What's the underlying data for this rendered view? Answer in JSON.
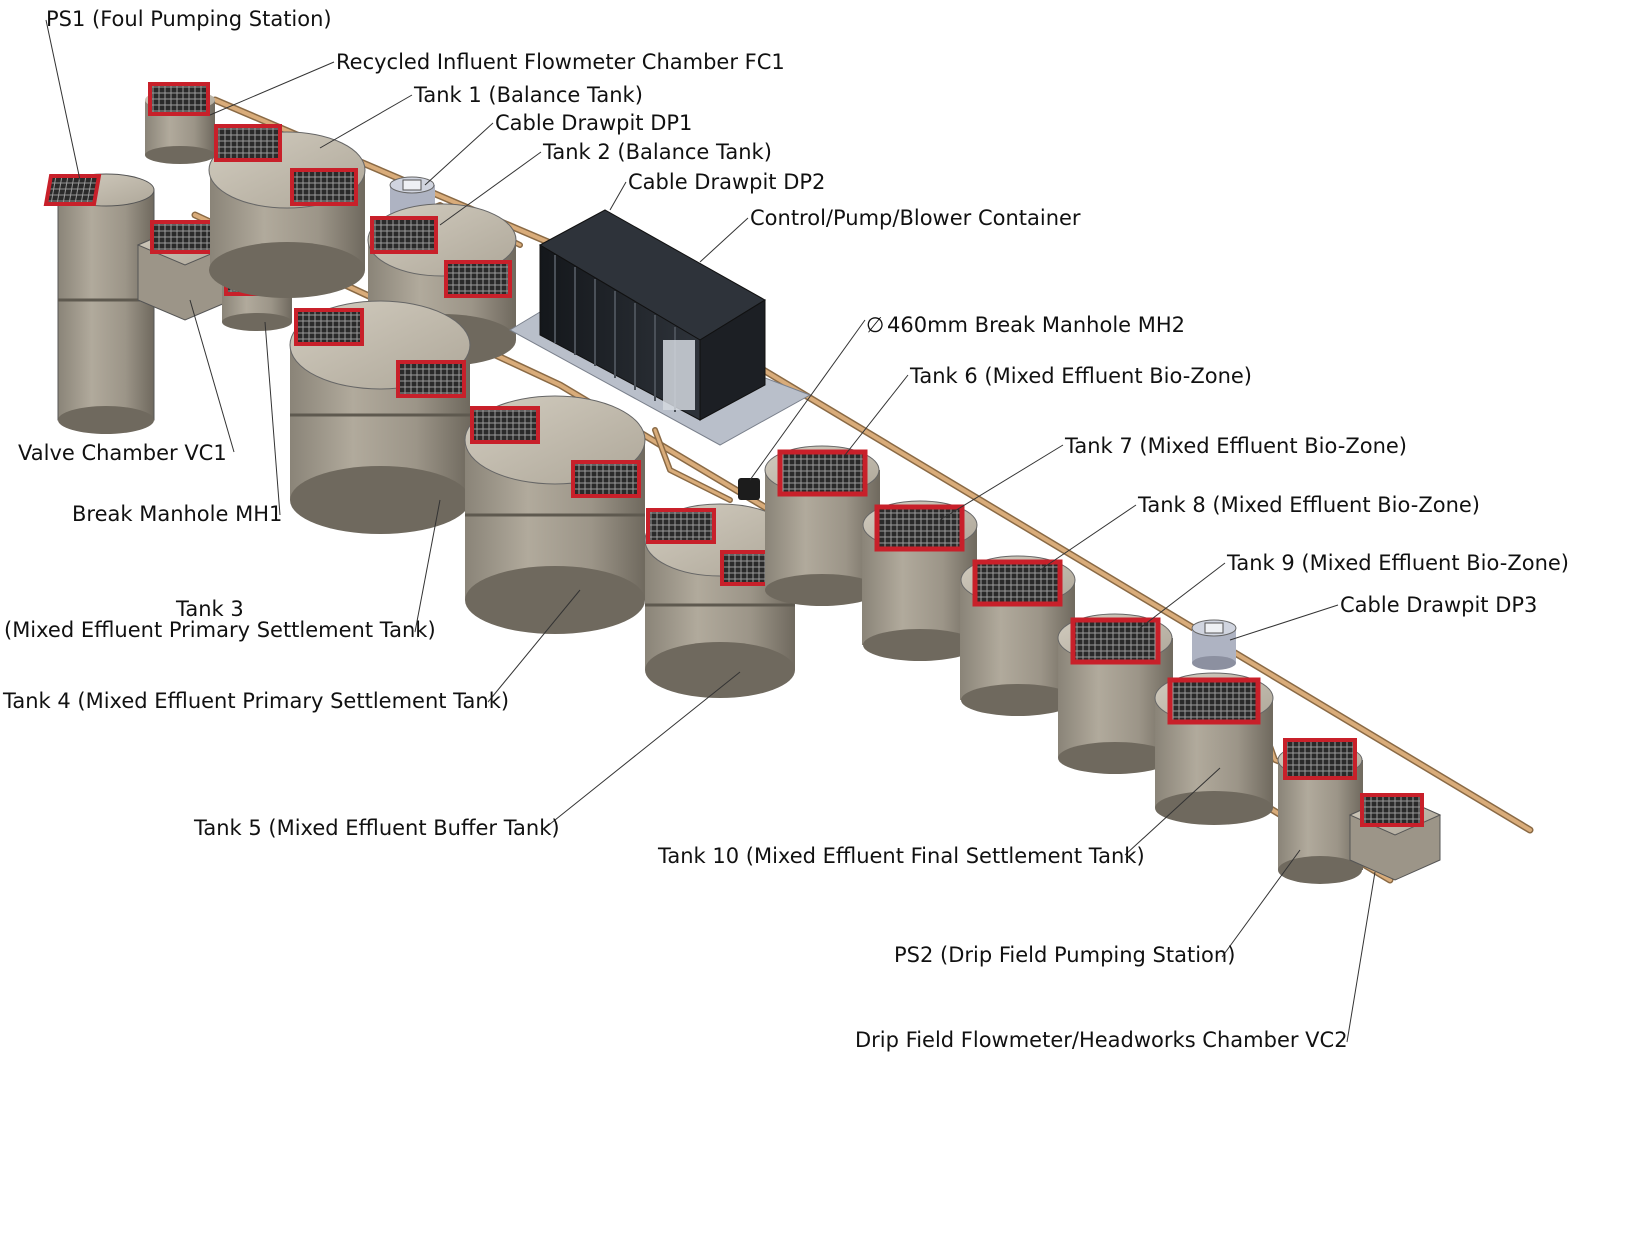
{
  "labels": {
    "ps1": "PS1 (Foul Pumping Station)",
    "fc1": "Recycled Influent Flowmeter Chamber FC1",
    "tank1": "Tank 1 (Balance Tank)",
    "dp1": "Cable Drawpit DP1",
    "tank2": "Tank 2 (Balance Tank)",
    "dp2": "Cable Drawpit DP2",
    "container": "Control/Pump/Blower Container",
    "mh2": "460mm Break Manhole MH2",
    "tank6": "Tank 6 (Mixed Effluent Bio-Zone)",
    "tank7": "Tank 7 (Mixed Effluent Bio-Zone)",
    "tank8": "Tank 8 (Mixed Effluent Bio-Zone)",
    "tank9": "Tank 9 (Mixed Effluent Bio-Zone)",
    "dp3": "Cable Drawpit DP3",
    "vc1": "Valve Chamber VC1",
    "mh1": "Break Manhole MH1",
    "tank3_line1": "Tank 3",
    "tank3_line2": "(Mixed Effluent Primary Settlement Tank)",
    "tank4": "Tank 4 (Mixed Effluent Primary Settlement Tank)",
    "tank5": "Tank 5 (Mixed Effluent Buffer Tank)",
    "tank10": "Tank 10 (Mixed Effluent Final Settlement Tank)",
    "ps2": "PS2 (Drip Field Pumping Station)",
    "vc2": "Drip Field Flowmeter/Headworks Chamber VC2"
  },
  "colors": {
    "concrete": "#a59e90",
    "concrete_dark": "#7e786c",
    "concrete_top": "#c4bdb0",
    "hatch_red": "#c8202a",
    "grate": "#2a2a2a",
    "pipe": "#c89a6a",
    "container": "#1c1f24",
    "platform": "#b9bfca",
    "leader": "#333333"
  }
}
